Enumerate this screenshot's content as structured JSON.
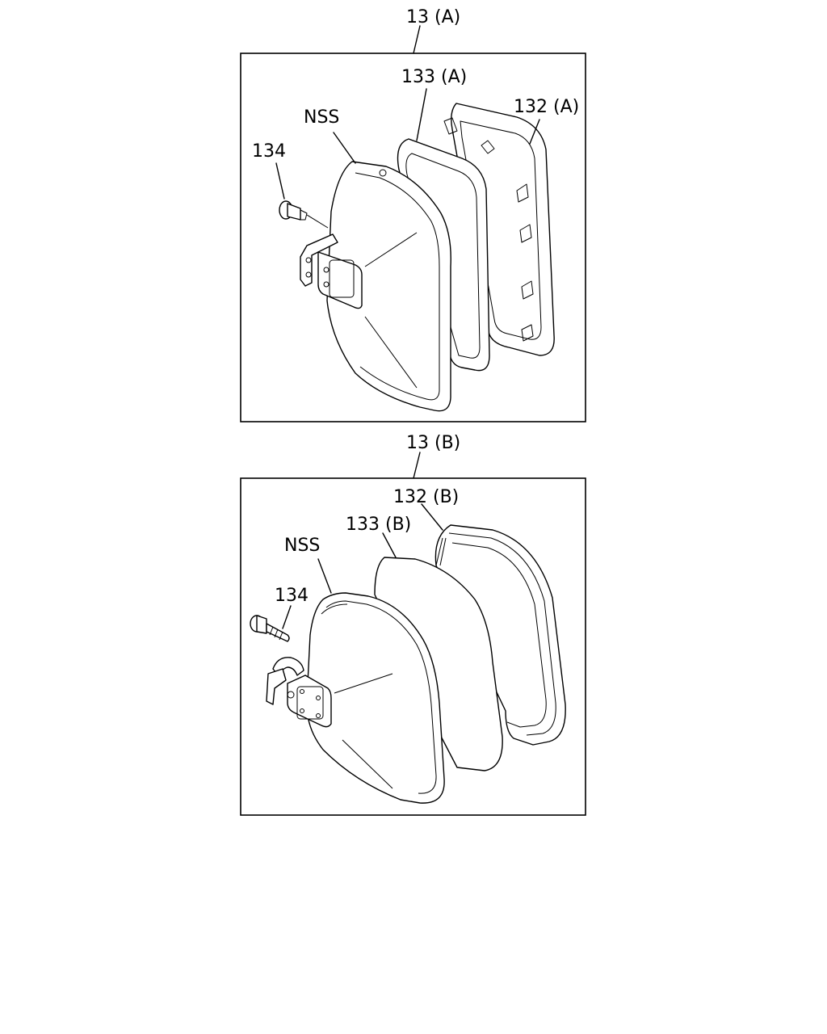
{
  "panels": [
    {
      "title": "13 (A)",
      "labels": {
        "nss": "NSS",
        "part_134": "134",
        "part_133": "133 (A)",
        "part_132": "132 (A)"
      }
    },
    {
      "title": "13 (B)",
      "labels": {
        "nss": "NSS",
        "part_134": "134",
        "part_133": "133 (B)",
        "part_132": "132 (B)"
      }
    }
  ]
}
